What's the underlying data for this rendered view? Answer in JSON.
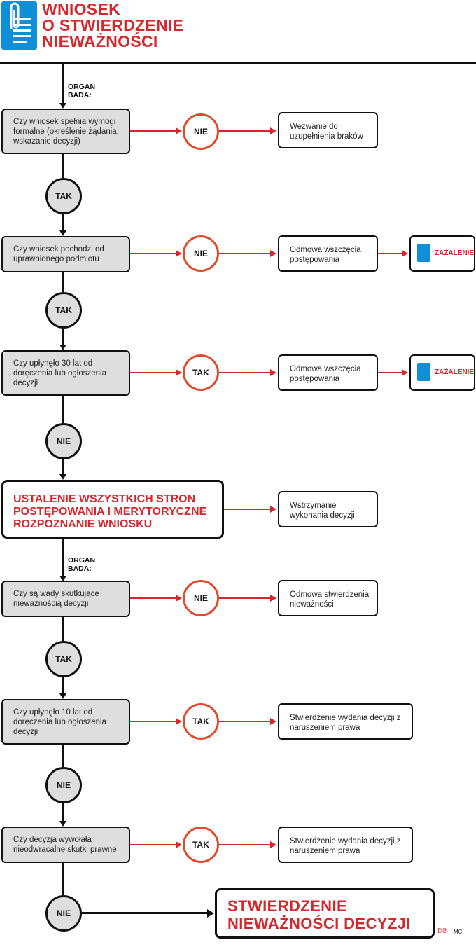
{
  "title": {
    "line1": "WNIOSEK",
    "line2": "O STWIERDZENIE",
    "line3": "NIEWAŻNOŚCI"
  },
  "organ_label": {
    "line1": "ORGAN",
    "line2": "BADA:"
  },
  "steps": [
    {
      "question": "Czy wniosek spełnia wymogi formalne (określenie żądania, wskazanie decyzji)",
      "branch": "NIE",
      "result": "Wezwanie do uzupełnienia braków",
      "down": "TAK"
    },
    {
      "question": "Czy wniosek pochodzi od uprawnionego podmiotu",
      "branch": "NIE",
      "result": "Odmowa wszczęcia postępowania",
      "down": "TAK",
      "appeal": "ZAŻALENIE"
    },
    {
      "question": "Czy upłynęło 30 lat od doręczenia lub ogłoszenia decyzji",
      "branch": "TAK",
      "result": "Odmowa wszczęcia postępowania",
      "down": "NIE",
      "appeal": "ZAŻALENIE"
    },
    {
      "question": "Czy są wady skutkujące nieważnością decyzji",
      "branch": "NIE",
      "result": "Odmowa stwierdzenia nieważności",
      "down": "TAK"
    },
    {
      "question": "Czy upłynęło 10 lat od doręczenia lub ogłoszenia decyzji",
      "branch": "TAK",
      "result": "Stwierdzenie wydania decyzji z naruszeniem prawa",
      "down": "NIE"
    },
    {
      "question": "Czy decyzja wywołała nieodwracalne skutki prawne",
      "branch": "TAK",
      "result": "Stwierdzenie wydania decyzji z naruszeniem prawa",
      "down": "NIE"
    }
  ],
  "middle_box": {
    "text": "USTALENIE WSZYSTKICH STRON POSTĘPOWANIA I MERYTORYCZNE ROZPOZNANIE WNIOSKU",
    "result": "Wstrzymanie wykonania decyzji"
  },
  "final_box": {
    "line1": "STWIERDZENIE",
    "line2": "NIEWAŻNOŚCI DECYZJI"
  },
  "credit": {
    "logo": "©℗",
    "author": "MC"
  },
  "colors": {
    "accent_red": "#d9262c",
    "orange_circle": "#e24a2a",
    "question_fill": "#dededf",
    "icon_blue": "#0f8fd6"
  }
}
